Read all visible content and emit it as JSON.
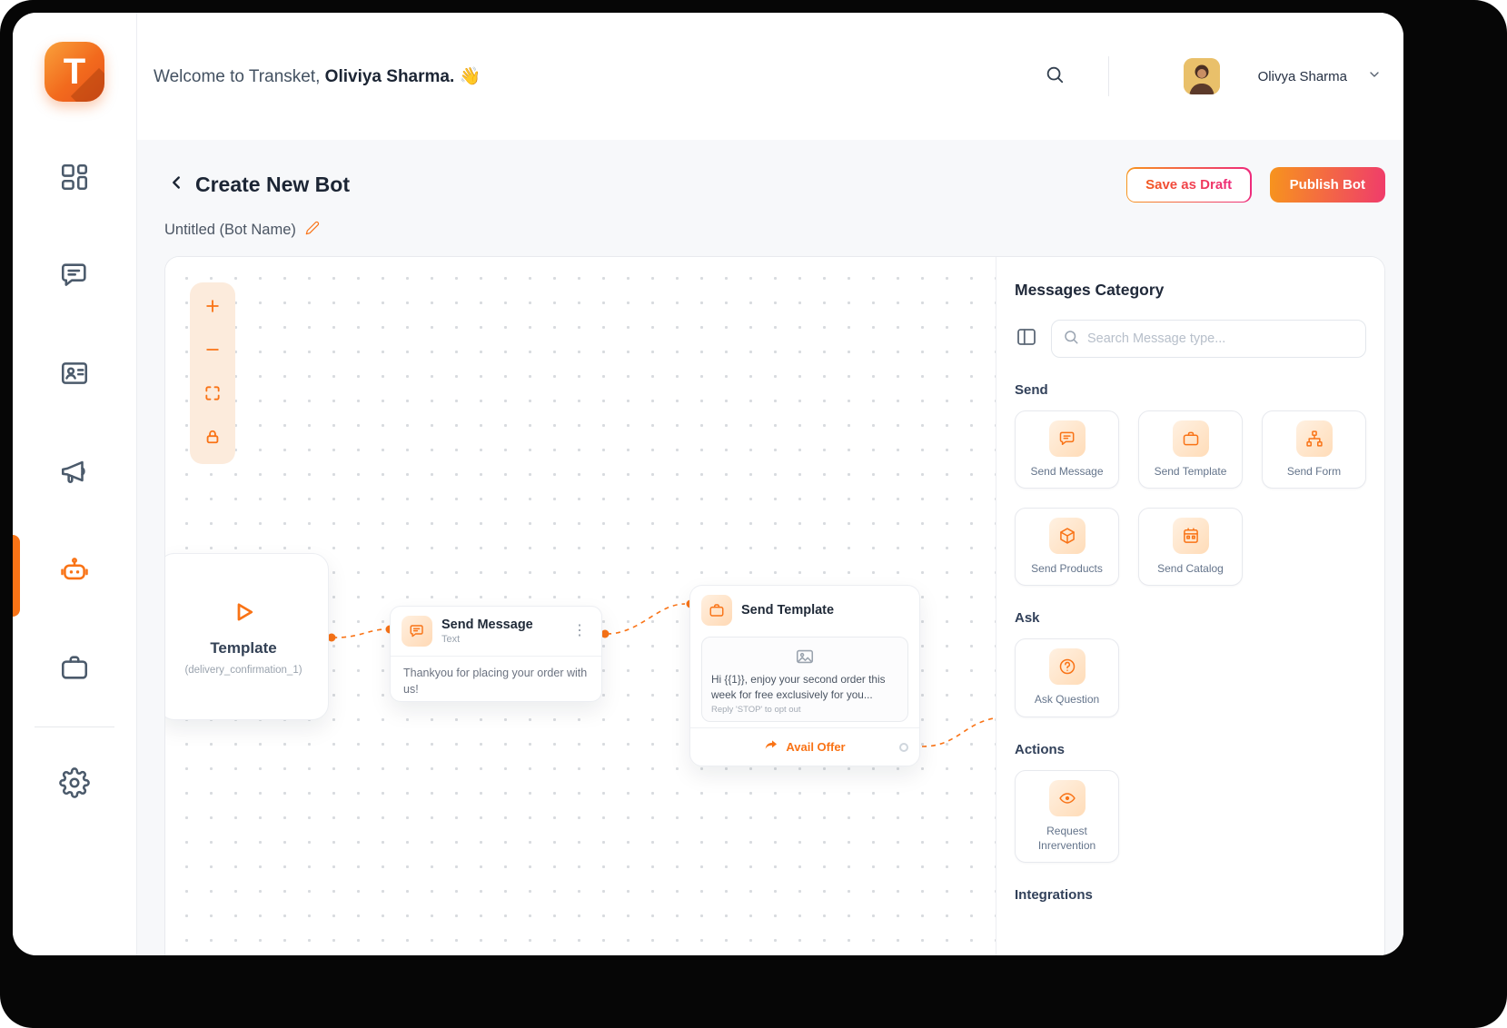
{
  "app": {
    "logo_letter": "T"
  },
  "header": {
    "welcome_prefix": "Welcome to Transket, ",
    "welcome_name": "Oliviya Sharma.",
    "welcome_emoji": "👋",
    "user_name": "Olivya Sharma"
  },
  "toolbar": {
    "title": "Create New Bot",
    "save_draft": "Save as Draft",
    "publish": "Publish Bot",
    "bot_name": "Untitled (Bot Name)"
  },
  "canvas": {
    "nodes": {
      "template": {
        "title": "Template",
        "subtitle": "(delivery_confirmation_1)"
      },
      "send_message": {
        "title": "Send Message",
        "type": "Text",
        "kebab": "⋮",
        "body": "Thankyou for placing your order with us!"
      },
      "send_template": {
        "title": "Send Template",
        "body": "Hi {{1}}, enjoy your second order this week for free exclusively for you...",
        "opt_out": "Reply 'STOP' to opt out",
        "cta": "Avail Offer"
      }
    }
  },
  "panel": {
    "title": "Messages Category",
    "search_placeholder": "Search Message type...",
    "sections": {
      "send": {
        "label": "Send",
        "items": [
          {
            "label": "Send Message",
            "icon": "chat-icon"
          },
          {
            "label": "Send Template",
            "icon": "briefcase-icon"
          },
          {
            "label": "Send Form",
            "icon": "form-flow-icon"
          },
          {
            "label": "Send Products",
            "icon": "cube-icon"
          },
          {
            "label": "Send Catalog",
            "icon": "catalog-icon"
          }
        ]
      },
      "ask": {
        "label": "Ask",
        "items": [
          {
            "label": "Ask Question",
            "icon": "question-icon"
          }
        ]
      },
      "actions": {
        "label": "Actions",
        "items": [
          {
            "label": "Request Inrervention",
            "icon": "intervention-icon"
          }
        ]
      },
      "integrations": {
        "label": "Integrations"
      }
    }
  },
  "colors": {
    "accent": "#F97316",
    "gradient_start": "#F7941D",
    "gradient_end": "#EE2A7B",
    "sidebar_icon": "#4B5A6B",
    "text_dark": "#1C2534",
    "text_muted": "#64748B"
  }
}
